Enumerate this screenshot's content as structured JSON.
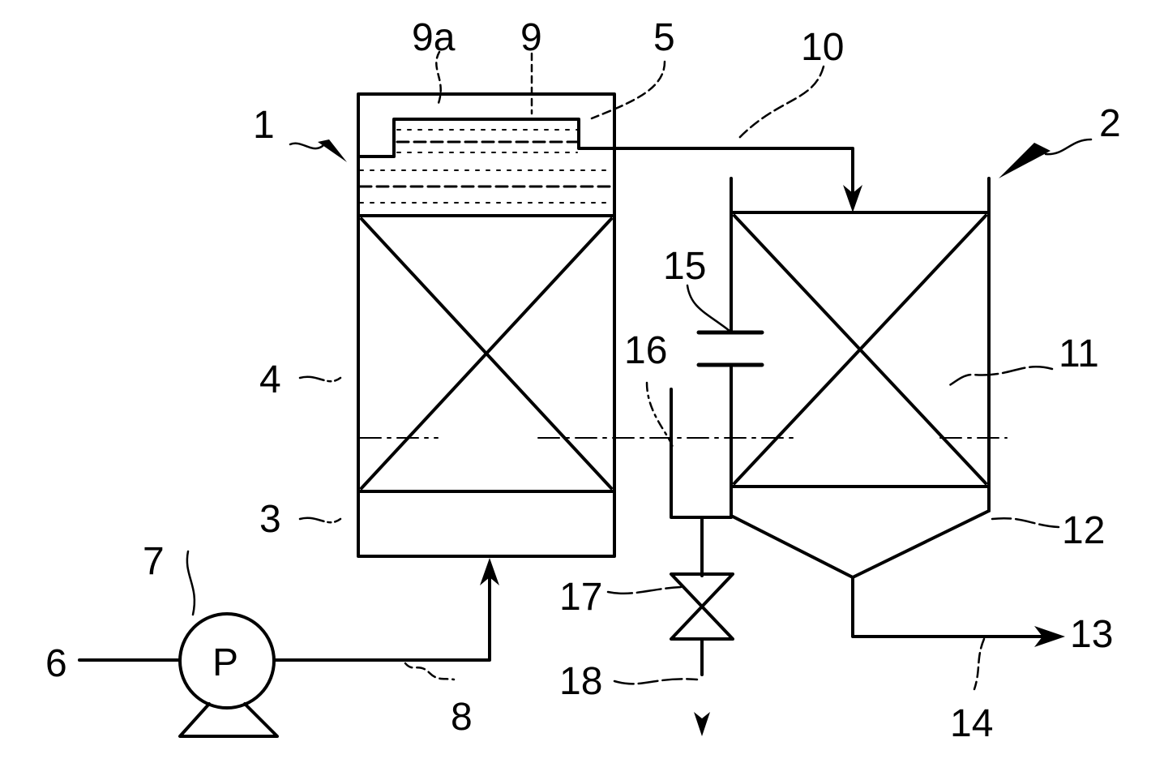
{
  "labels": {
    "n1": "1",
    "n2": "2",
    "n3": "3",
    "n4": "4",
    "n5": "5",
    "n6": "6",
    "n7": "7",
    "n8": "8",
    "n9": "9",
    "n9a": "9a",
    "n10": "10",
    "n11": "11",
    "n12": "12",
    "n13": "13",
    "n14": "14",
    "n15": "15",
    "n16": "16",
    "n17": "17",
    "n18": "18",
    "pump": "P"
  },
  "colors": {
    "line": "#000000",
    "background": "#ffffff"
  }
}
